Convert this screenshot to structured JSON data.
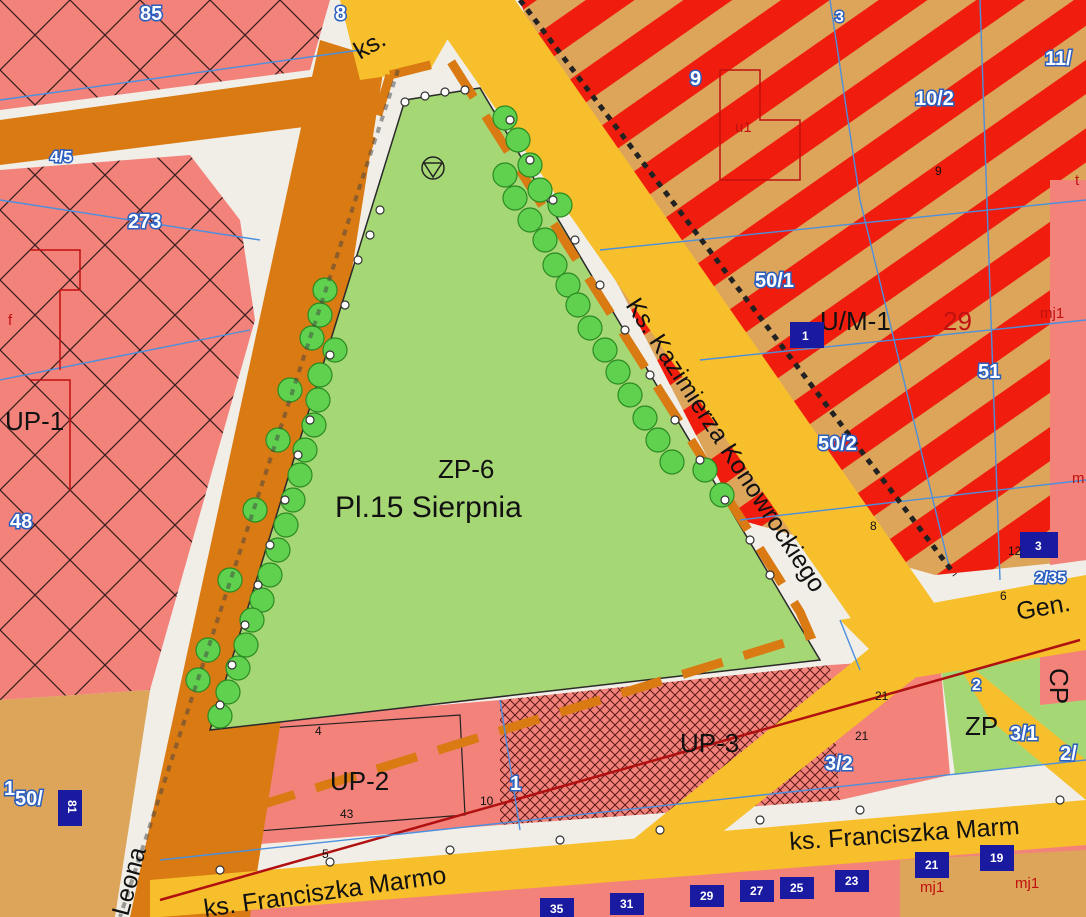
{
  "zones": {
    "zp6": {
      "code": "ZP-6",
      "name": "Pl.15 Sierpnia"
    },
    "um1": "U/M-1",
    "up1": "UP-1",
    "up2": "UP-2",
    "up3": "UP-3",
    "zp": "ZP",
    "cp": "CP"
  },
  "streets": {
    "konowrockiego": "Ks. Kazimierza Konowrockiego",
    "marmo_top": "ks. Franciszka Marm",
    "marmo_bottom": "ks. Franciszka Marmo",
    "ks_top": "ks.",
    "gen": "Gen.",
    "leona": "Leona"
  },
  "plots": {
    "p85": "85",
    "p8": "8",
    "p9": "9",
    "p10_2": "10/2",
    "p11": "11/",
    "p273": "273",
    "p48": "48",
    "p50_1": "50/1",
    "p50_2": "50/2",
    "p51": "51",
    "p4_5": "4/5",
    "p50_left": "50/",
    "p1_left": "1",
    "p1_mid": "1",
    "p3_2": "3/2",
    "p3_1": "3/1",
    "p2_r": "2/",
    "p2_small": "2",
    "p2_35": "2/35",
    "p3_top": "3"
  },
  "red_labels": {
    "u1": "u1",
    "mj1_top": "mj1",
    "mj1_bottom": "mj1",
    "mj1_right": "mj1",
    "n29": "29",
    "t": "t",
    "f": "f",
    "m": "m"
  },
  "badges": {
    "b1": "1",
    "b3": "3",
    "b81": "81",
    "b35": "35",
    "b31": "31",
    "b29": "29",
    "b27": "27",
    "b25": "25",
    "b23": "23",
    "b21": "21",
    "b19": "19"
  },
  "small_labels": {
    "s21a": "21",
    "s21b": "21",
    "s8": "8",
    "s10": "10",
    "s43": "43",
    "s5": "5",
    "s4": "4",
    "s12": "12",
    "s9": "9",
    "s6": "6"
  },
  "colors": {
    "park": "#a6d775",
    "residential": "#f2827a",
    "service_orange": "#dca55a",
    "road_main": "#f7bf2c",
    "road_dark": "#d97a12",
    "hatch_red": "#f01c0e",
    "tree": "#5fd14e",
    "plot_line": "#4b8fdd"
  }
}
